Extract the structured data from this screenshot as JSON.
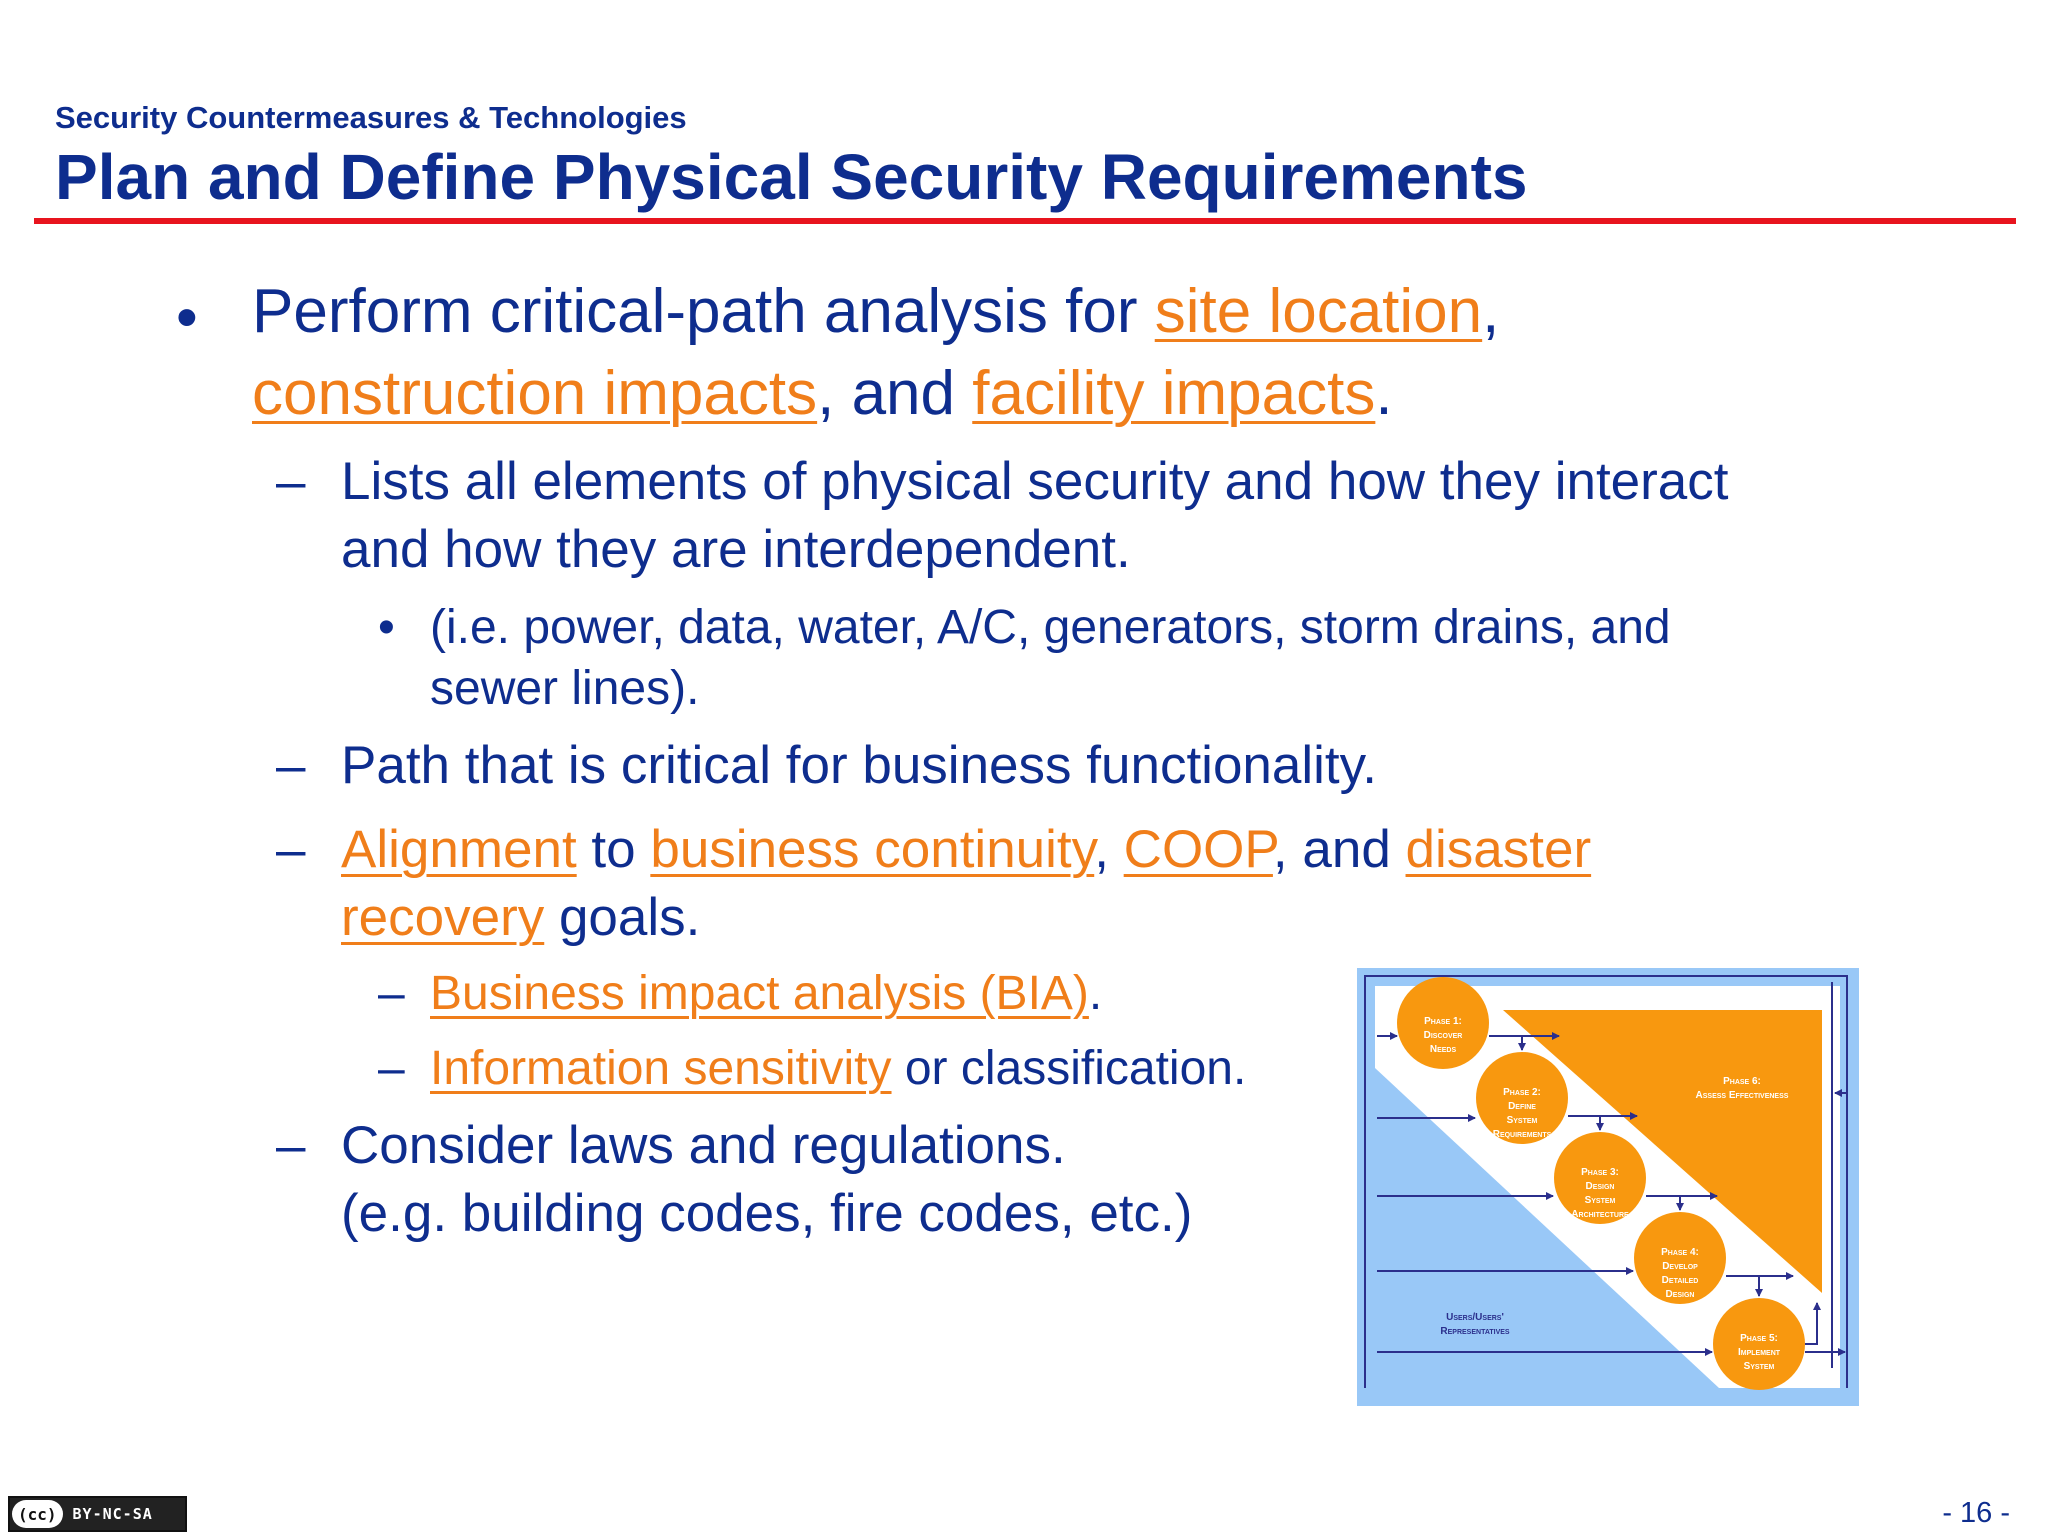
{
  "header": {
    "subtitle": "Security Countermeasures & Technologies",
    "title": "Plan and Define Physical Security Requirements"
  },
  "bullets": {
    "b1": {
      "pre": "Perform critical-path analysis for ",
      "link1": "site location",
      "sep1": ",",
      "link2": "construction impacts",
      "mid": ", and ",
      "link3": "facility impacts",
      "end": "."
    },
    "b2": {
      "line1": "Lists all elements of physical security and how they interact",
      "line2": "and how they are interdependent."
    },
    "b3": {
      "line1": "(i.e. power, data, water, A/C, generators, storm drains, and",
      "line2": "sewer lines)."
    },
    "b4": {
      "text": "Path that is critical for business functionality."
    },
    "b5": {
      "link1": "Alignment",
      "t1": " to ",
      "link2": "business continuity",
      "t2": ", ",
      "link3": "COOP",
      "t3": ", and ",
      "link4a": "disaster",
      "link4b": "recovery",
      "t4": " goals."
    },
    "b6": {
      "link": "Business impact analysis (BIA)",
      "end": "."
    },
    "b7": {
      "link": "Information sensitivity",
      "end": " or classification."
    },
    "b8": {
      "line1": "Consider laws and regulations.",
      "line2": "(e.g. building codes, fire codes, etc.)"
    }
  },
  "diagram": {
    "phases": [
      {
        "l1": "Phase 1:",
        "l2": "Discover",
        "l3": "Needs"
      },
      {
        "l1": "Phase 2:",
        "l2": "Define",
        "l3": "System",
        "l4": "Requirements"
      },
      {
        "l1": "Phase 3:",
        "l2": "Design",
        "l3": "System",
        "l4": "Architecture"
      },
      {
        "l1": "Phase 4:",
        "l2": "Develop",
        "l3": "Detailed",
        "l4": "Design"
      },
      {
        "l1": "Phase 5:",
        "l2": "Implement",
        "l3": "System"
      }
    ],
    "phase6": {
      "l1": "Phase 6:",
      "l2": "Assess Effectiveness"
    },
    "users": {
      "l1": "Users/Users'",
      "l2": "Representatives"
    },
    "colors": {
      "blue": "#99c8f7",
      "orange": "#f8980f",
      "arrow": "#2b2f8c",
      "white": "#ffffff"
    }
  },
  "footer": {
    "license_logo": "(cc)",
    "license": "BY-NC-SA",
    "page": "- 16 -"
  }
}
